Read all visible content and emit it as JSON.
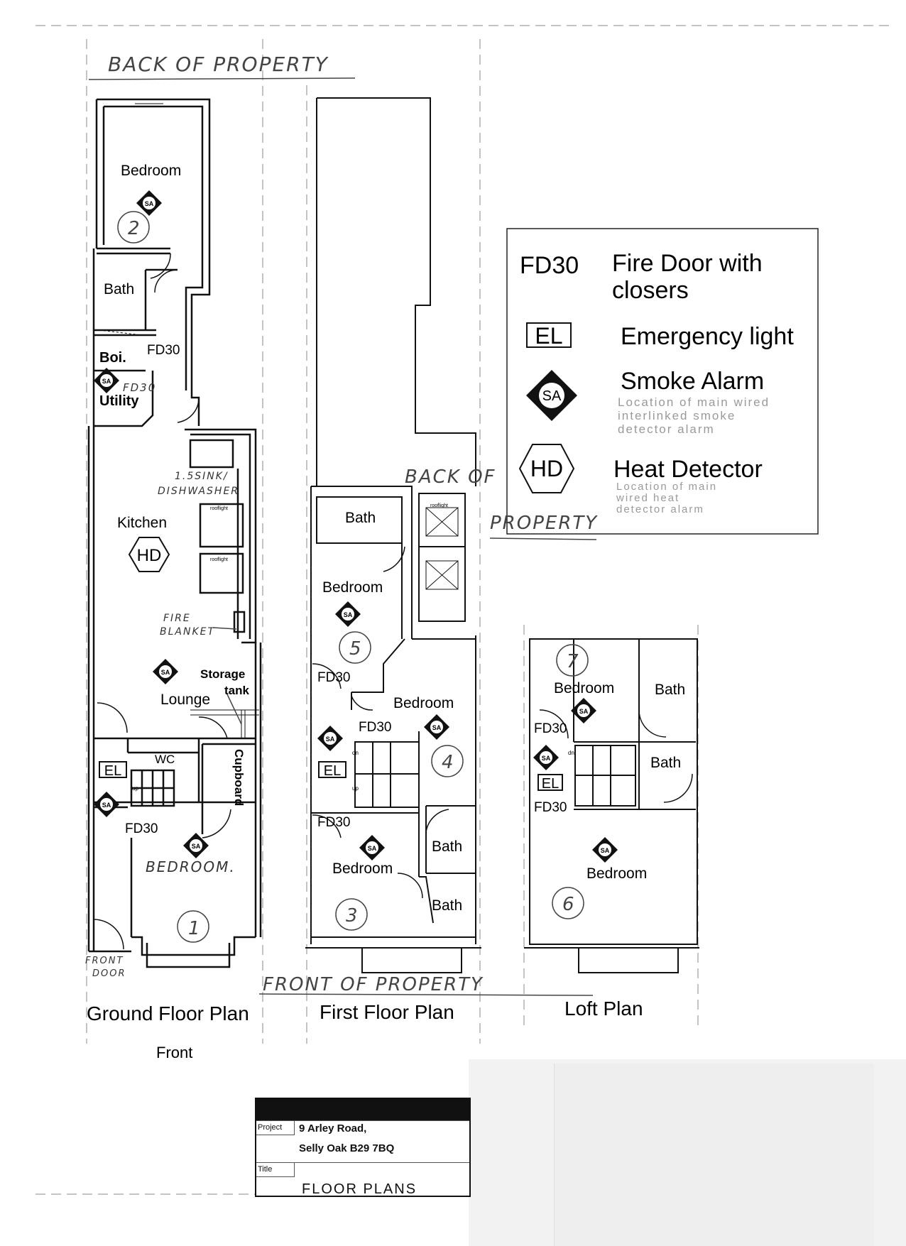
{
  "annotations": {
    "back_of_property_1": "BACK OF PROPERTY",
    "back_of_property_2a": "BACK OF",
    "back_of_property_2b": "PROPERTY",
    "front_of_property": "FRONT OF PROPERTY",
    "sink_note_1": "1.5SINK/",
    "sink_note_2": "DISHWASHER",
    "fire_blanket_1": "FIRE",
    "fire_blanket_2": "BLANKET",
    "front_door_1": "FRONT",
    "front_door_2": "DOOR",
    "ground_bedroom": "BEDROOM."
  },
  "plans": {
    "ground": {
      "title": "Ground Floor Plan",
      "front_label": "Front",
      "rooms": {
        "bedroom": "Bedroom",
        "bath": "Bath",
        "boiler": "Boi.",
        "utility": "Utility",
        "kitchen": "Kitchen",
        "lounge": "Lounge",
        "storage": "Storage",
        "tank": "tank",
        "wc": "WC",
        "cupboard": "Cupboard"
      },
      "rooflight_1": "rooflight",
      "rooflight_2": "rooflight",
      "up_label": "up",
      "fd30_a": "FD30",
      "fd30_b": "FD30",
      "fd30_c": "FD30",
      "room_number_1": "1",
      "room_number_2": "2"
    },
    "first": {
      "title": "First Floor Plan",
      "rooms": {
        "bath_top": "Bath",
        "bedroom_5": "Bedroom",
        "bedroom_4": "Bedroom",
        "bedroom_3": "Bedroom",
        "bath_mid": "Bath",
        "bath_low": "Bath"
      },
      "rooflight": "rooflight",
      "dn_label": "dn",
      "up_label": "up",
      "fd30_a": "FD30",
      "fd30_b": "FD30",
      "fd30_c": "FD30",
      "room_number_3": "3",
      "room_number_4": "4",
      "room_number_5": "5"
    },
    "loft": {
      "title": "Loft Plan",
      "rooms": {
        "bedroom_7": "Bedroom",
        "bath_top": "Bath",
        "bath_mid": "Bath",
        "bedroom_6": "Bedroom"
      },
      "dn_label": "dn",
      "fd30_a": "FD30",
      "fd30_b": "FD30",
      "room_number_6": "6",
      "room_number_7": "7"
    }
  },
  "symbols": {
    "smoke_alarm": "SA",
    "heat_detector": "HD",
    "emergency_light": "EL"
  },
  "legend": {
    "fd30_code": "FD30",
    "fd30_desc_1": "Fire Door with",
    "fd30_desc_2": "closers",
    "el_code": "EL",
    "el_desc": "Emergency light",
    "sa_code": "SA",
    "sa_desc": "Smoke Alarm",
    "sa_note_1": "Location of main wired",
    "sa_note_2": "interlinked smoke",
    "sa_note_3": "detector alarm",
    "hd_code": "HD",
    "hd_desc": "Heat Detector",
    "hd_note_1": "Location of main",
    "hd_note_2": "wired heat",
    "hd_note_3": "detector alarm"
  },
  "title_block": {
    "project_label": "Project",
    "project_line_1": "9 Arley Road,",
    "project_line_2": "Selly Oak B29 7BQ",
    "title_label": "Title",
    "title_value": "FLOOR PLANS"
  },
  "colors": {
    "ink": "#111111",
    "pencil": "#444444",
    "faint": "#9a9a9a"
  }
}
